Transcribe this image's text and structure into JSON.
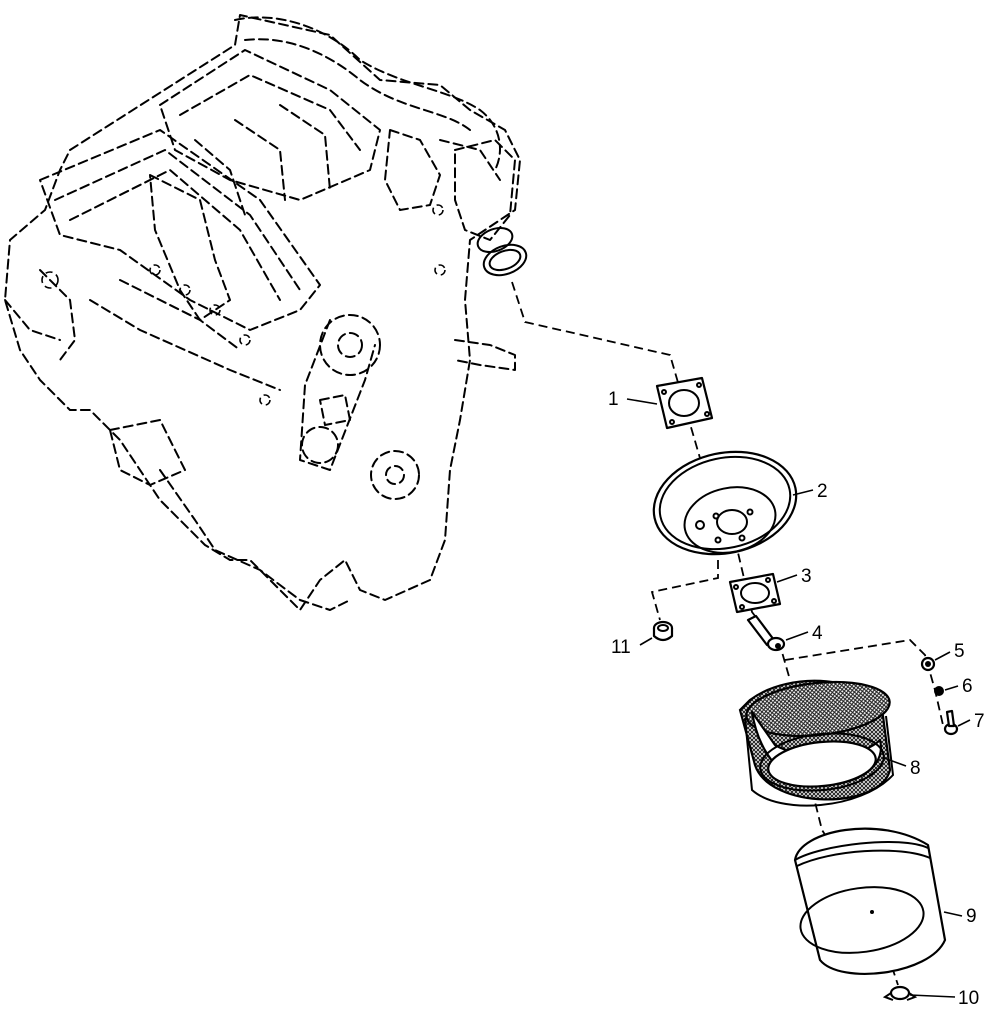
{
  "callouts": [
    {
      "id": "c1",
      "label": "1"
    },
    {
      "id": "c2",
      "label": "2"
    },
    {
      "id": "c3",
      "label": "3"
    },
    {
      "id": "c4",
      "label": "4"
    },
    {
      "id": "c5",
      "label": "5"
    },
    {
      "id": "c6",
      "label": "6"
    },
    {
      "id": "c7",
      "label": "7"
    },
    {
      "id": "c8",
      "label": "8"
    },
    {
      "id": "c9",
      "label": "9"
    },
    {
      "id": "c10",
      "label": "10"
    },
    {
      "id": "c11",
      "label": "11"
    }
  ],
  "colors": {
    "line": "#000000",
    "background": "#ffffff",
    "mesh": "#333333"
  }
}
